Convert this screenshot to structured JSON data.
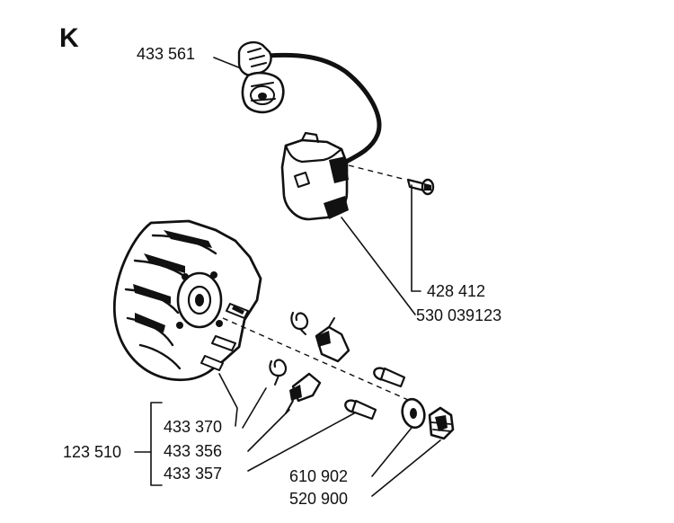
{
  "section_letter": "K",
  "labels": {
    "ignition_cable": "433 561",
    "ignition_module_screw": "428 412",
    "ignition_module": "530 039123",
    "flywheel": "123 510",
    "spring": "433 370",
    "pawl": "433 356",
    "pawl_pin": "433 357",
    "washer": "610 902",
    "nut": "520 900"
  }
}
